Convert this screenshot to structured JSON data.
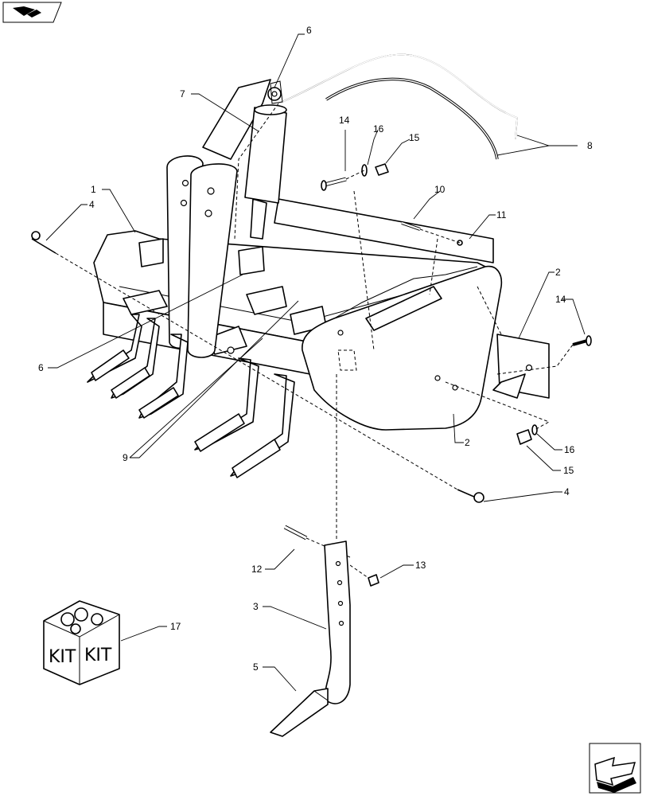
{
  "callouts": [
    {
      "id": "c1",
      "text": "1"
    },
    {
      "id": "c2a",
      "text": "2"
    },
    {
      "id": "c2b",
      "text": "2"
    },
    {
      "id": "c3",
      "text": "3"
    },
    {
      "id": "c4a",
      "text": "4"
    },
    {
      "id": "c4b",
      "text": "4"
    },
    {
      "id": "c5",
      "text": "5"
    },
    {
      "id": "c6a",
      "text": "6"
    },
    {
      "id": "c6b",
      "text": "6"
    },
    {
      "id": "c7",
      "text": "7"
    },
    {
      "id": "c8",
      "text": "8"
    },
    {
      "id": "c9",
      "text": "9"
    },
    {
      "id": "c10",
      "text": "10"
    },
    {
      "id": "c11",
      "text": "11"
    },
    {
      "id": "c12",
      "text": "12"
    },
    {
      "id": "c13",
      "text": "13"
    },
    {
      "id": "c14a",
      "text": "14"
    },
    {
      "id": "c14b",
      "text": "14"
    },
    {
      "id": "c15a",
      "text": "15"
    },
    {
      "id": "c15b",
      "text": "15"
    },
    {
      "id": "c16a",
      "text": "16"
    },
    {
      "id": "c16b",
      "text": "16"
    },
    {
      "id": "c17",
      "text": "17"
    }
  ],
  "kit_box": {
    "label_left": "KIT",
    "label_right": "KIT"
  },
  "icons": {
    "top_left": "book-arrow-icon",
    "bottom_right": "next-page-arrow-icon"
  }
}
